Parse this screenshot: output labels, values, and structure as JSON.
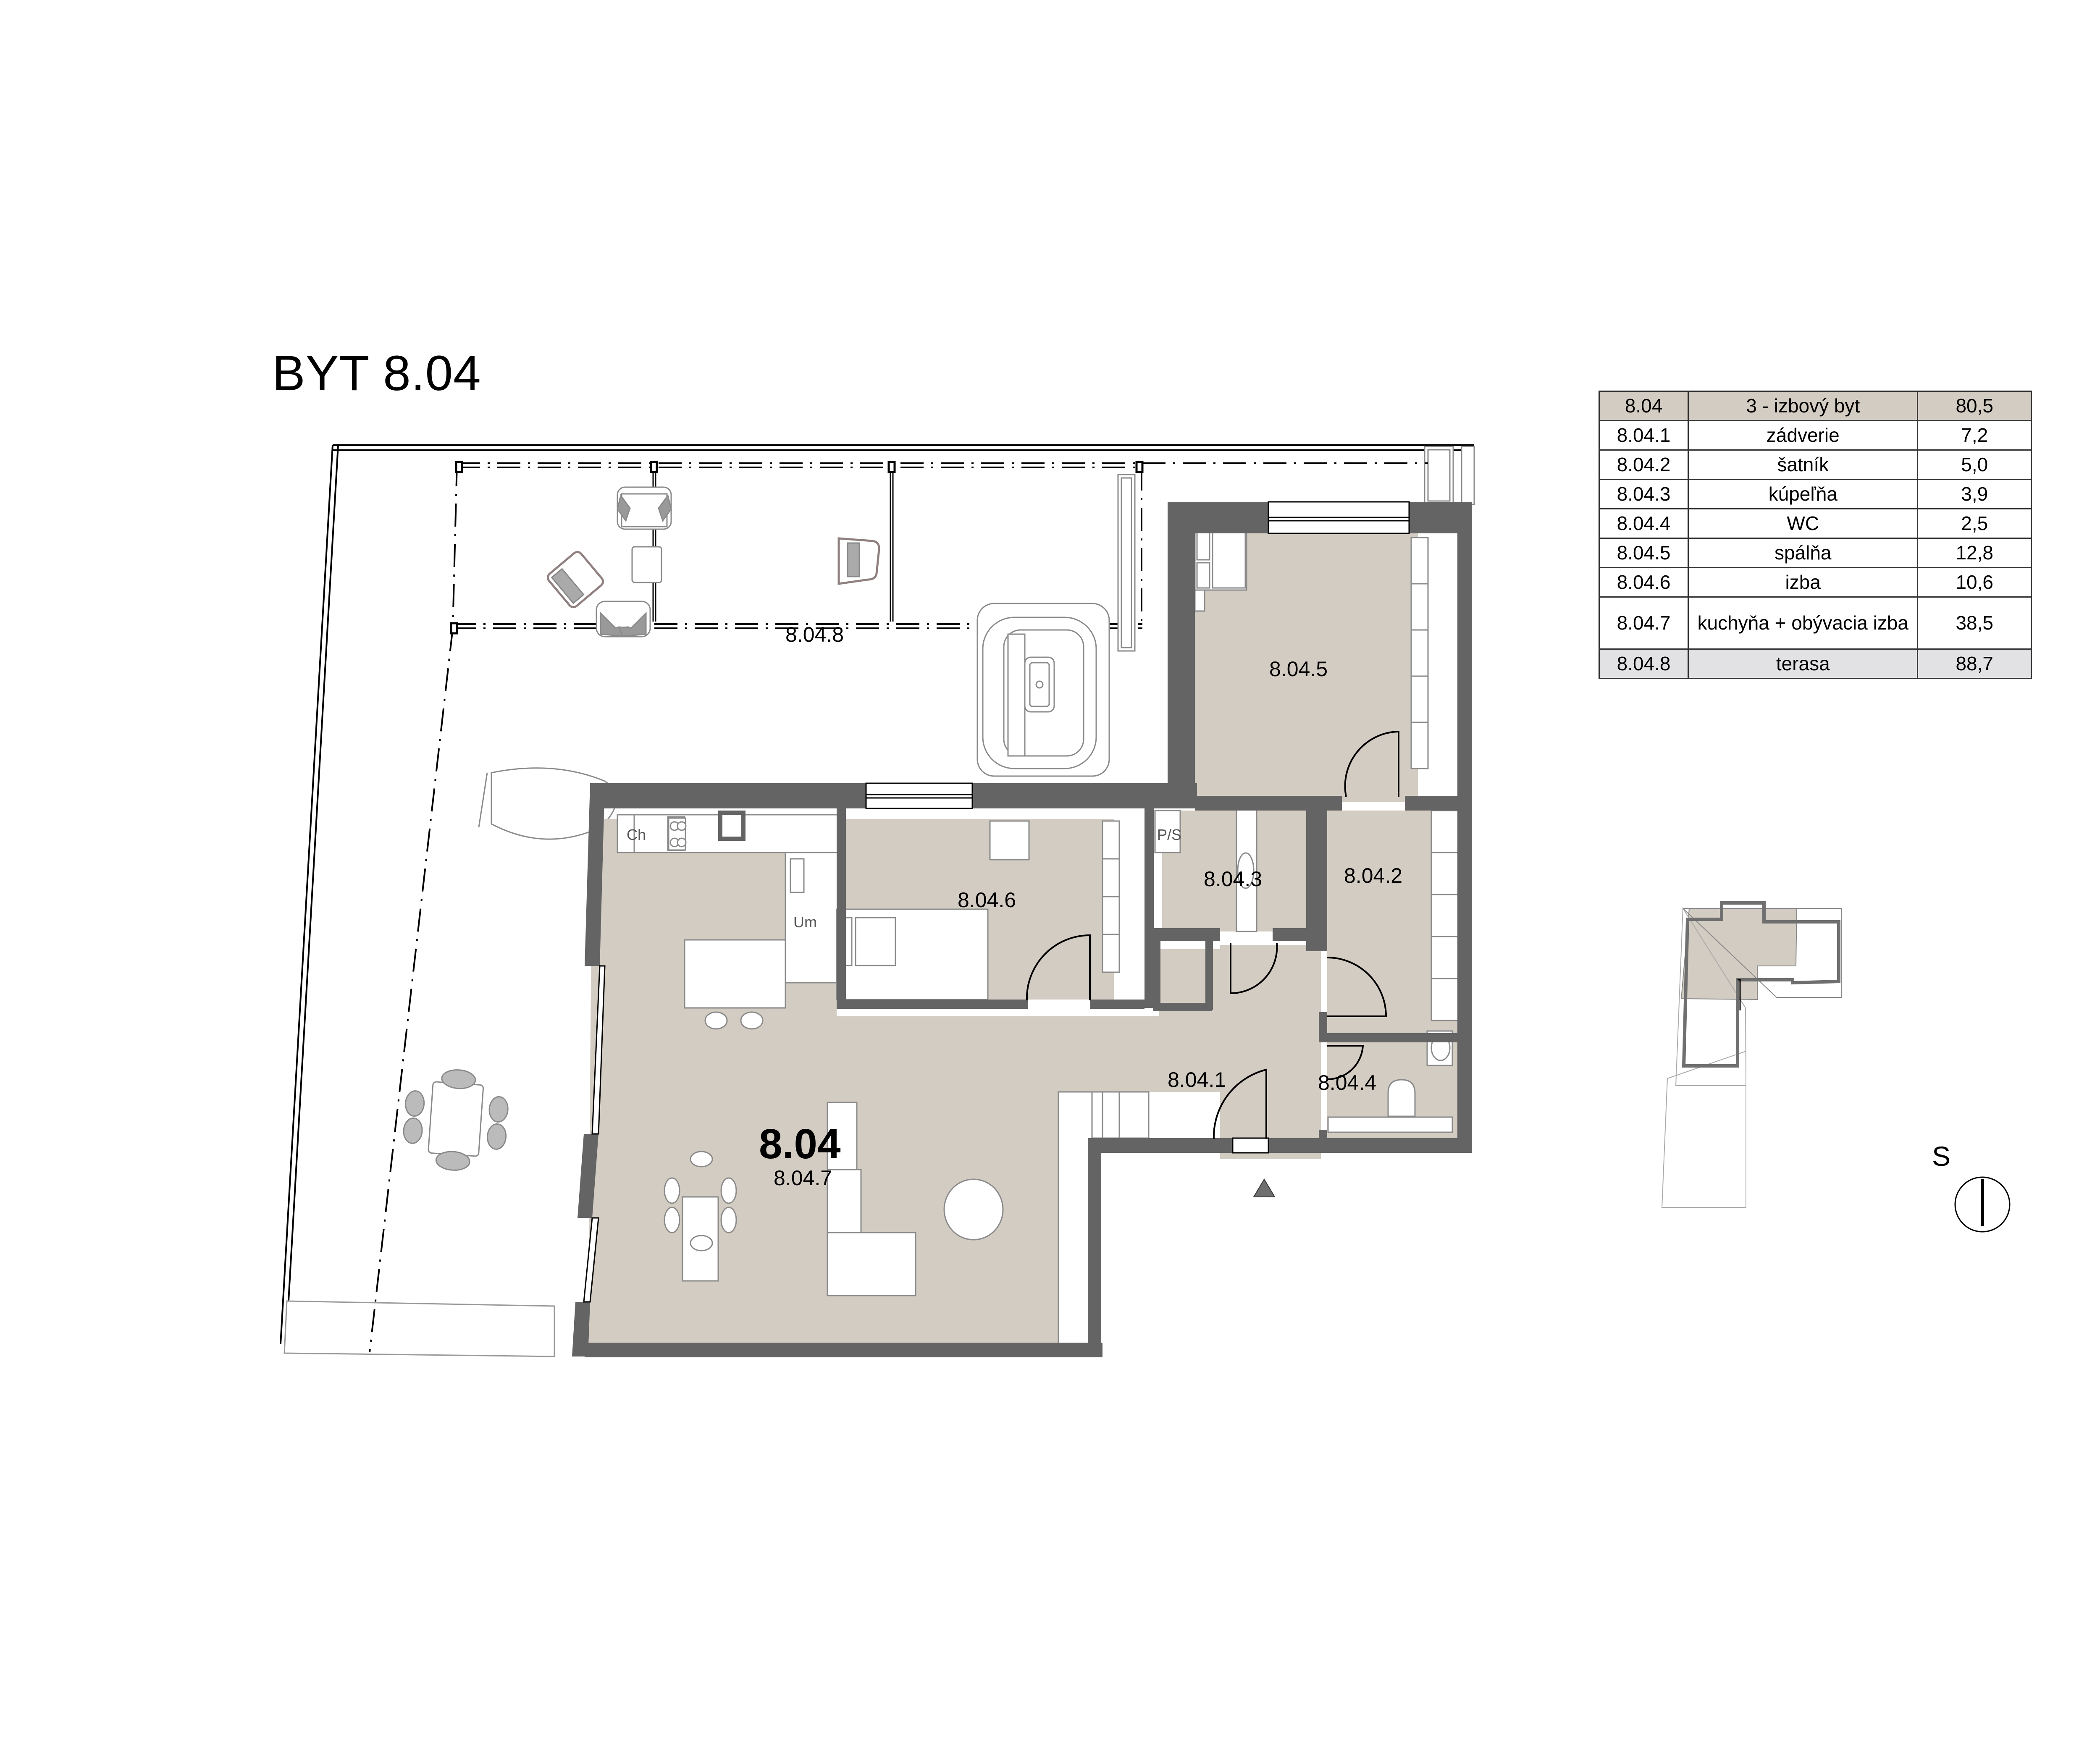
{
  "title": "BYT 8.04",
  "colors": {
    "wall": "#646464",
    "floor": "#d3ccc2",
    "furniture_line": "#8a8a8a",
    "outdoor_chair_frame": "#8f7f7f",
    "table_head_bg": "#d3ccc2",
    "table_terrace_bg": "#e2e2e4",
    "keyplan_highlight": "#d3ccc2"
  },
  "plan": {
    "apartment_label": "8.04",
    "rooms": [
      {
        "id": "8.04.1",
        "label": "8.04.1"
      },
      {
        "id": "8.04.2",
        "label": "8.04.2"
      },
      {
        "id": "8.04.3",
        "label": "8.04.3"
      },
      {
        "id": "8.04.4",
        "label": "8.04.4"
      },
      {
        "id": "8.04.5",
        "label": "8.04.5"
      },
      {
        "id": "8.04.6",
        "label": "8.04.6"
      },
      {
        "id": "8.04.7",
        "label": "8.04.7"
      },
      {
        "id": "8.04.8",
        "label": "8.04.8"
      }
    ],
    "fixture_labels": {
      "fridge": "Ch",
      "dishwasher": "Um",
      "shaft": "P/S"
    },
    "entrance_marker": "entrance-triangle"
  },
  "schedule": {
    "header": {
      "code": "8.04",
      "name": "3 - izbový byt",
      "area": "80,5"
    },
    "rows": [
      {
        "code": "8.04.1",
        "name": "zádverie",
        "area": "7,2"
      },
      {
        "code": "8.04.2",
        "name": "šatník",
        "area": "5,0"
      },
      {
        "code": "8.04.3",
        "name": "kúpeľňa",
        "area": "3,9"
      },
      {
        "code": "8.04.4",
        "name": "WC",
        "area": "2,5"
      },
      {
        "code": "8.04.5",
        "name": "spálňa",
        "area": "12,8"
      },
      {
        "code": "8.04.6",
        "name": "izba",
        "area": "10,6"
      },
      {
        "code": "8.04.7",
        "name": "kuchyňa + obývacia izba",
        "area": "38,5"
      }
    ],
    "terrace": {
      "code": "8.04.8",
      "name": "terasa",
      "area": "88,7"
    }
  },
  "compass": {
    "label": "S"
  }
}
